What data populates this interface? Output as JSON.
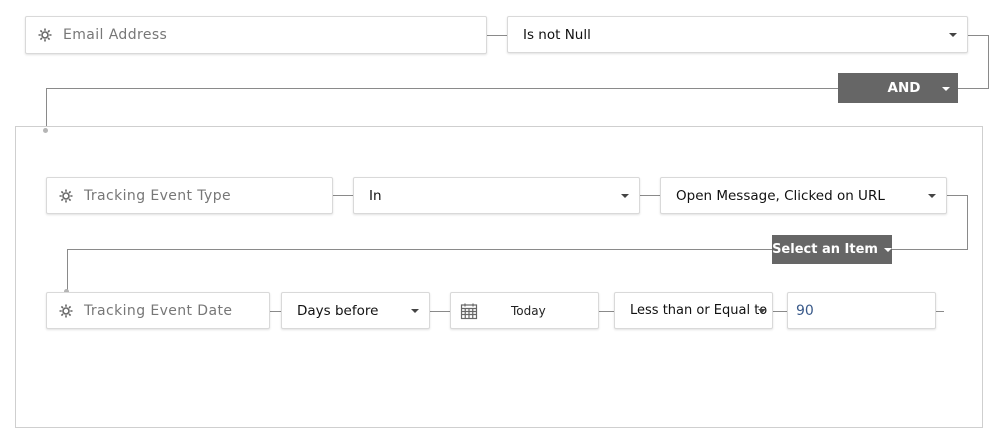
{
  "row1": {
    "attribute_label": "Email Address",
    "operator_value": "Is not Null"
  },
  "join1": {
    "label": "AND"
  },
  "group": {
    "row1": {
      "attribute_label": "Tracking Event Type",
      "operator_value": "In",
      "values_value": "Open Message, Clicked on URL"
    },
    "join": {
      "label": "Select an Item"
    },
    "row2": {
      "attribute_label": "Tracking Event Date",
      "relative_value": "Days before",
      "date_value": "Today",
      "comparison_value": "Less than or Equal to",
      "number_value": "90"
    }
  }
}
